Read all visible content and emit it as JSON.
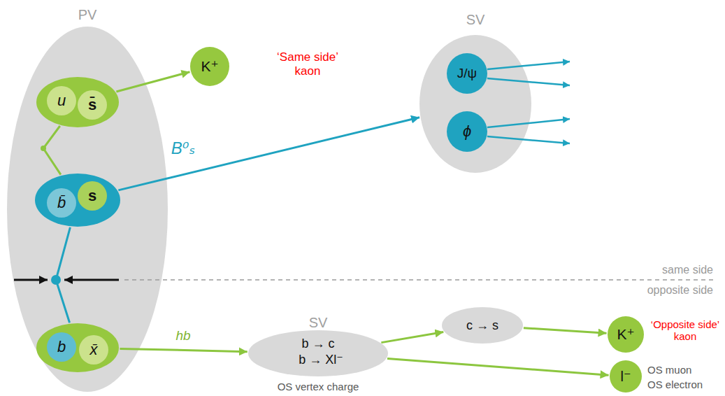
{
  "diagram": {
    "nodes": [
      {
        "text": [
          "PV"
        ]
      },
      {
        "text": [
          "u",
          "s̄"
        ],
        "in": 0
      },
      {
        "text": [
          "b̄",
          "s"
        ],
        "in": 0
      },
      {
        "text": [
          "b",
          "x̄"
        ],
        "in": 0
      },
      {
        "text": [
          "K⁺"
        ]
      },
      {
        "text": [
          "SV"
        ]
      },
      {
        "text": [
          "J/ψ"
        ],
        "in": 5
      },
      {
        "text": [
          "ϕ"
        ],
        "in": 5
      },
      {
        "text": [
          "SV",
          "b → c",
          "b → Xl⁻",
          "OS vertex charge"
        ]
      },
      {
        "text": [
          "c → s"
        ]
      },
      {
        "text": [
          "K⁺"
        ]
      },
      {
        "text": [
          "l⁻"
        ]
      }
    ],
    "edges": [
      {
        "from": 1,
        "to": 4,
        "arrow": "to"
      },
      {
        "from": 1,
        "to": 2,
        "arrow": "none"
      },
      {
        "from": 2,
        "to": 5,
        "arrow": "to",
        "label": "B⁰ₛ"
      },
      {
        "from": 2,
        "to": 3,
        "arrow": "none"
      },
      {
        "from": 3,
        "to": 8,
        "arrow": "to",
        "label": "hb"
      },
      {
        "from": 8,
        "to": 9,
        "arrow": "to"
      },
      {
        "from": 9,
        "to": 10,
        "arrow": "to"
      },
      {
        "from": 8,
        "to": 11,
        "arrow": "to"
      }
    ],
    "labels": [
      "‘Same side’ kaon",
      "same side",
      "opposite side",
      "‘Opposite side’ kaon",
      "OS muon",
      "OS electron"
    ]
  }
}
